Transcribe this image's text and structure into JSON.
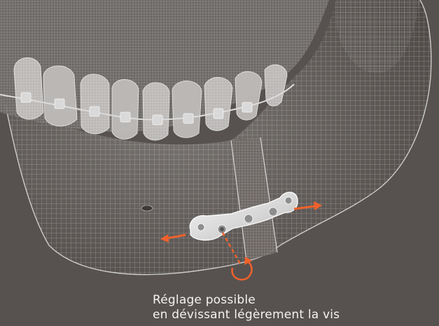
{
  "caption": {
    "line1": "Réglage possible",
    "line2": "en dévissant légèrement la vis"
  },
  "colors": {
    "background": "#57524f",
    "wireframe": "#e8e8e8",
    "arrow": "#f0612c",
    "text": "#f3f3f3"
  },
  "illustration": {
    "subject": "wireframe mandible with orthodontic braces and bone plate",
    "icons": [
      "mandible-wireframe",
      "teeth-with-braces",
      "bone-plate",
      "screw",
      "double-arrow",
      "rotation-arrow"
    ]
  }
}
